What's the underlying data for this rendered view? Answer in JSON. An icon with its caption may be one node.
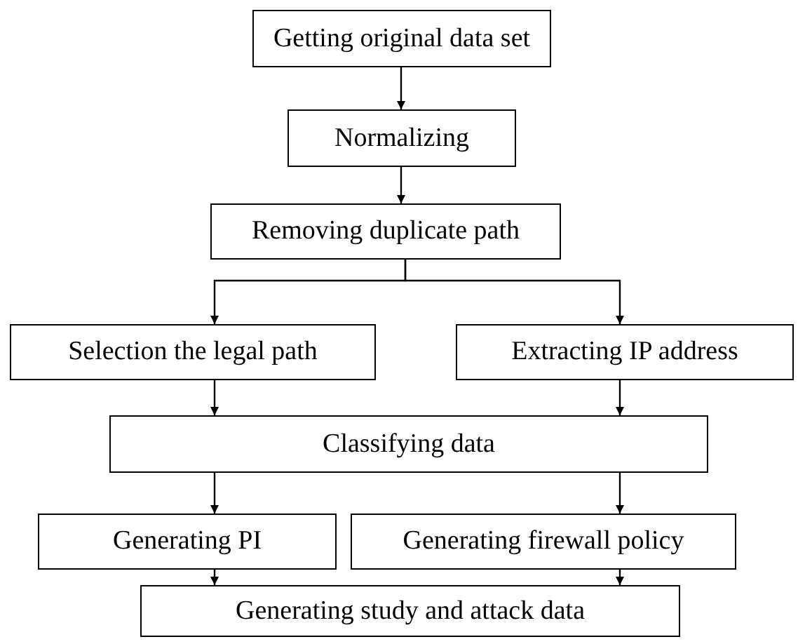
{
  "diagram": {
    "nodes": [
      {
        "text": [
          "Getting original data set"
        ]
      },
      {
        "text": [
          "Normalizing"
        ]
      },
      {
        "text": [
          "Removing duplicate path"
        ]
      },
      {
        "text": [
          "Selection the legal path"
        ]
      },
      {
        "text": [
          "Extracting IP address"
        ]
      },
      {
        "text": [
          "Classifying data"
        ]
      },
      {
        "text": [
          "Generating PI"
        ]
      },
      {
        "text": [
          "Generating firewall policy"
        ]
      },
      {
        "text": [
          "Generating study and attack data"
        ]
      }
    ],
    "edges": [
      {
        "from": 0,
        "to": 1,
        "arrow": "to"
      },
      {
        "from": 1,
        "to": 2,
        "arrow": "to"
      },
      {
        "from": 2,
        "to": 3,
        "arrow": "to"
      },
      {
        "from": 2,
        "to": 4,
        "arrow": "to"
      },
      {
        "from": 3,
        "to": 5,
        "arrow": "to"
      },
      {
        "from": 4,
        "to": 5,
        "arrow": "to"
      },
      {
        "from": 5,
        "to": 6,
        "arrow": "to"
      },
      {
        "from": 5,
        "to": 7,
        "arrow": "to"
      },
      {
        "from": 6,
        "to": 8,
        "arrow": "to"
      },
      {
        "from": 7,
        "to": 8,
        "arrow": "to"
      }
    ]
  }
}
